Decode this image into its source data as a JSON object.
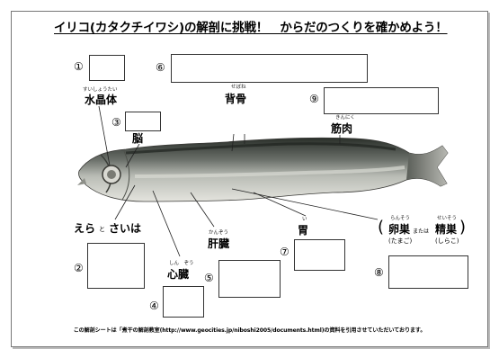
{
  "title": "イリコ(カタクチイワシ)の解剖に挑戦！　からだのつくりを確かめよう！",
  "numbers": [
    "①",
    "②",
    "③",
    "④",
    "⑤",
    "⑥",
    "⑦",
    "⑧",
    "⑨"
  ],
  "parts": {
    "lens": {
      "label": "水晶体",
      "ruby": "すいしょうたい"
    },
    "brain": {
      "label": "脳"
    },
    "backbone": {
      "label": "背骨",
      "ruby": "せぼね"
    },
    "muscle": {
      "label": "筋肉",
      "ruby": "きんにく"
    },
    "gills": {
      "label": "えら",
      "conj": "と",
      "label2": "さいは"
    },
    "heart": {
      "label": "心臓",
      "ruby": "しん　ぞう"
    },
    "liver": {
      "label": "肝臓",
      "ruby": "かんぞう"
    },
    "stomach": {
      "label": "胃",
      "ruby": "い"
    },
    "gonad": {
      "open": "(",
      "close": ")",
      "ovary": "卵巣",
      "ovary_ruby": "らんそう",
      "ovary_note": "(たまご)",
      "or": "または",
      "testis": "精巣",
      "testis_ruby": "せいそう",
      "testis_note": "(しらこ)"
    }
  },
  "credit": "この解剖シートは「煮干の解剖教室(http://www.geocities.jp/niboshi2005/documents.html)の資料を引用させていただいております。"
}
